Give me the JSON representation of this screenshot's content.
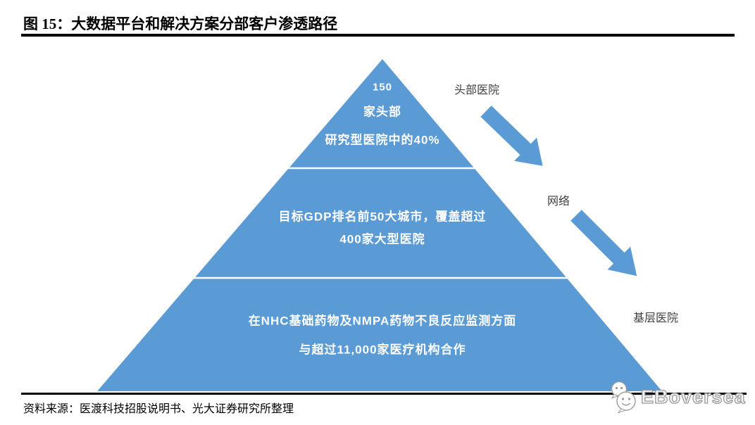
{
  "title": {
    "text": "图 15：大数据平台和解决方案分部客户渗透路径"
  },
  "pyramid": {
    "color": "#5B9BD5",
    "tiers": [
      {
        "name": "top-research-hospitals",
        "lines": [
          "150",
          "家头部",
          "研究型医院中的40%"
        ]
      },
      {
        "name": "large-city-hospitals",
        "lines": [
          "目标GDP排名前50大城市，覆盖超过",
          "400家大型医院"
        ]
      },
      {
        "name": "medical-institution-network",
        "lines": [
          "在NHC基础药物及NMPA药物不良反应监测方面",
          "与超过11,000家医疗机构合作"
        ]
      }
    ]
  },
  "stages": [
    {
      "label": "头部医院"
    },
    {
      "label": "网络"
    },
    {
      "label": "基层医院"
    }
  ],
  "arrows": [
    {
      "name": "head-to-network-arrow",
      "direction": "down-right"
    },
    {
      "name": "network-to-grassroots-arrow",
      "direction": "down-right"
    }
  ],
  "footer": {
    "source_text": "资料来源：医渡科技招股说明书、光大证券研究所整理"
  },
  "logo": {
    "text": "EBoversea",
    "icon": "wechat-bubbles-icon"
  },
  "colors": {
    "pyramid_blue": "#5B9BD5",
    "arrow_blue": "#5B9BD5",
    "rule_black": "#000000",
    "stage_label_gray": "#3f3f3f"
  }
}
